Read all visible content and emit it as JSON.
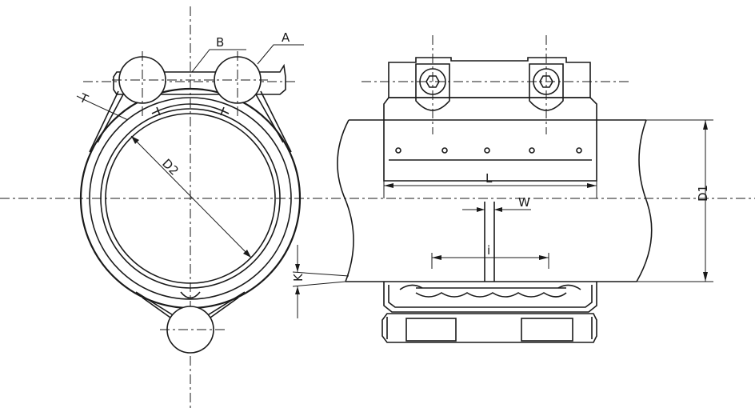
{
  "labels": {
    "a": "A",
    "b": "B",
    "t": "T",
    "d2": "D2",
    "l": "L",
    "w": "W",
    "i": "i",
    "k": "K",
    "d1": "D1"
  }
}
